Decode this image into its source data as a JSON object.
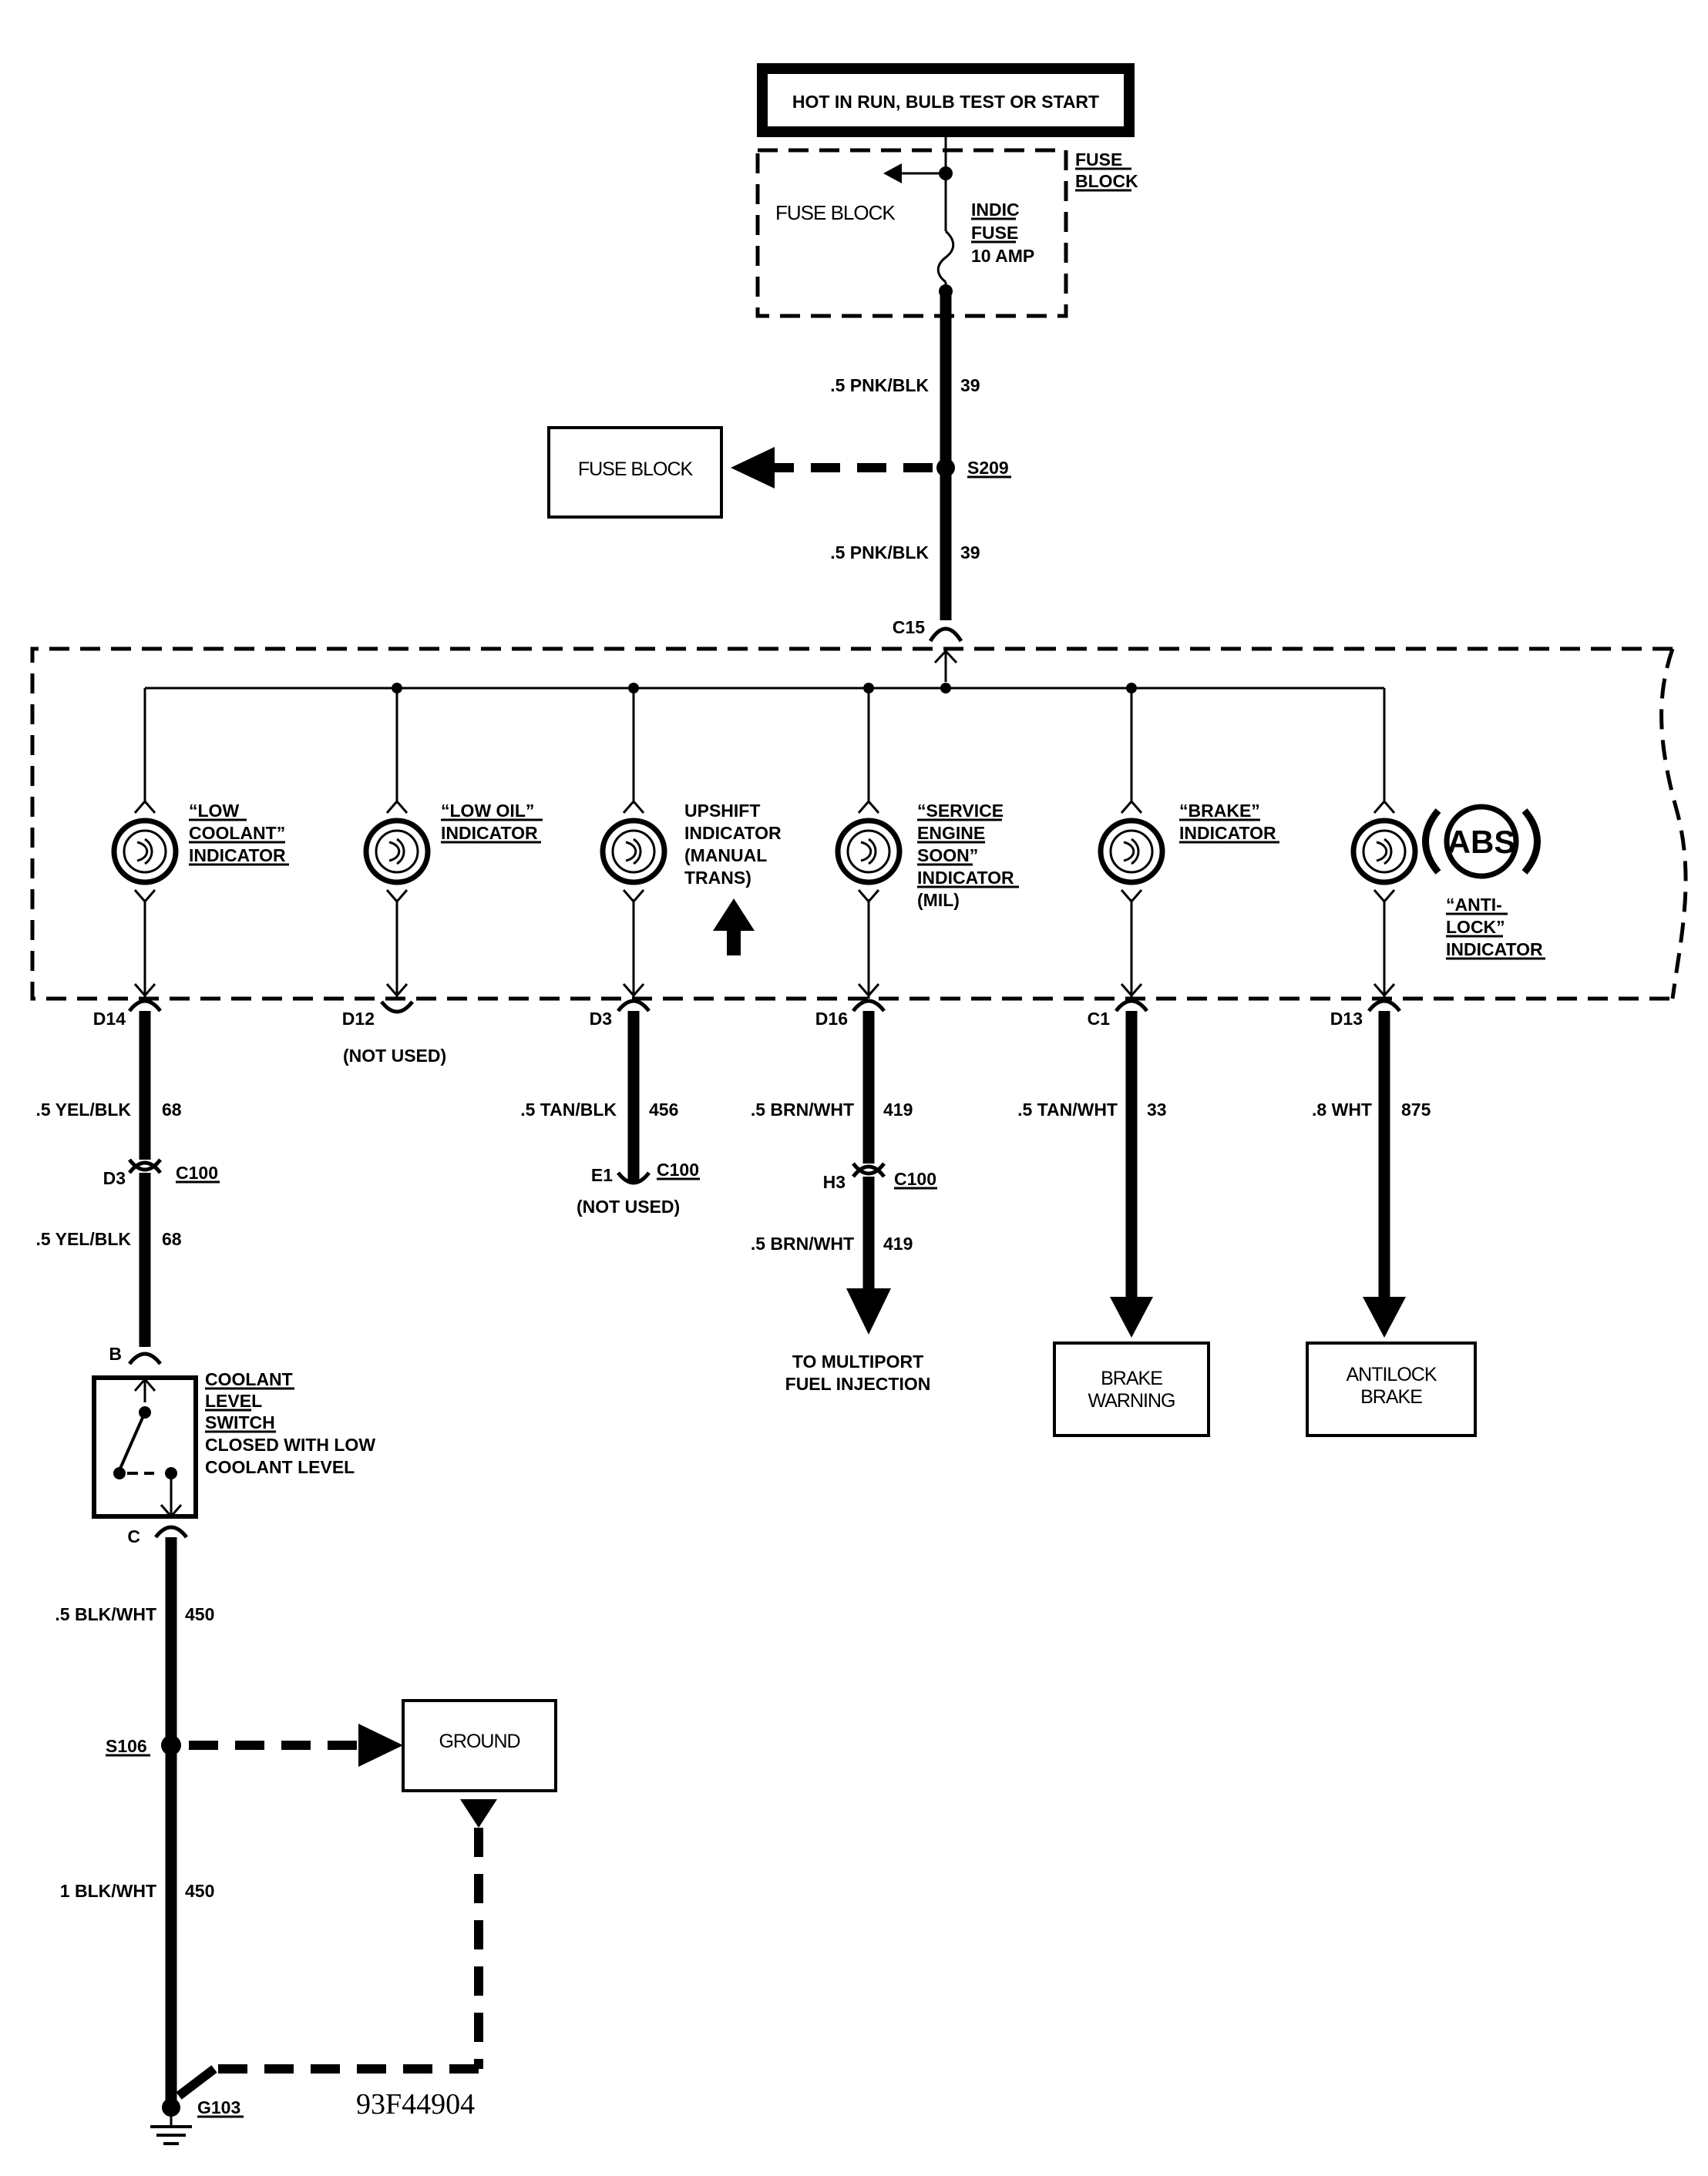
{
  "power_box": "HOT IN RUN, BULB TEST OR START",
  "fuse_block_ref": [
    "FUSE",
    "BLOCK"
  ],
  "fuse_block_inner": "FUSE BLOCK",
  "fuse": [
    "INDIC",
    "FUSE",
    "10 AMP"
  ],
  "wire_39_a": ".5 PNK/BLK",
  "wire_39_b": ".5 PNK/BLK",
  "circuit_39": "39",
  "splice_s209": "S209",
  "fuse_block_box": "FUSE BLOCK",
  "connector_c15": "C15",
  "indicators": {
    "low_coolant": [
      "“LOW",
      "COOLANT”",
      "INDICATOR"
    ],
    "low_oil": [
      "“LOW OIL”",
      "INDICATOR"
    ],
    "upshift": [
      "UPSHIFT",
      "INDICATOR",
      "(MANUAL",
      "TRANS)"
    ],
    "service_engine": [
      "“SERVICE",
      "ENGINE",
      "SOON”",
      "INDICATOR",
      "(MIL)"
    ],
    "brake": [
      "“BRAKE”",
      "INDICATOR"
    ],
    "anti_lock": [
      "“ANTI-",
      "LOCK”",
      "INDICATOR"
    ],
    "abs_symbol": "ABS"
  },
  "pins": {
    "d14": "D14",
    "d12": "D12",
    "d12_note": "(NOT USED)",
    "d3": "D3",
    "d16": "D16",
    "c1": "C1",
    "d13": "D13"
  },
  "wires": {
    "w68_a": ".5 YEL/BLK",
    "c68": "68",
    "w68_b": ".5 YEL/BLK",
    "w456": ".5 TAN/BLK",
    "c456": "456",
    "w419_a": ".5 BRN/WHT",
    "c419": "419",
    "w419_b": ".5 BRN/WHT",
    "w33": ".5 TAN/WHT",
    "c33": "33",
    "w875": ".8 WHT",
    "c875": "875",
    "w450_a": ".5 BLK/WHT",
    "c450": "450",
    "w450_b": "1 BLK/WHT"
  },
  "c100": {
    "label": "C100",
    "d3": "D3",
    "e1": "E1",
    "e1_note": "(NOT USED)",
    "h3": "H3"
  },
  "destinations": {
    "mfi": [
      "TO MULTIPORT",
      "FUEL INJECTION"
    ],
    "brake_warning": [
      "BRAKE",
      "WARNING"
    ],
    "antilock_brake": [
      "ANTILOCK",
      "BRAKE"
    ]
  },
  "switch": {
    "pin_b": "B",
    "pin_c": "C",
    "label": [
      "COOLANT",
      "LEVEL",
      "SWITCH",
      "CLOSED WITH LOW",
      "COOLANT LEVEL"
    ]
  },
  "splice_s106": "S106",
  "ground_box": "GROUND",
  "ground_g103": "G103",
  "figure_code": "93F44904"
}
